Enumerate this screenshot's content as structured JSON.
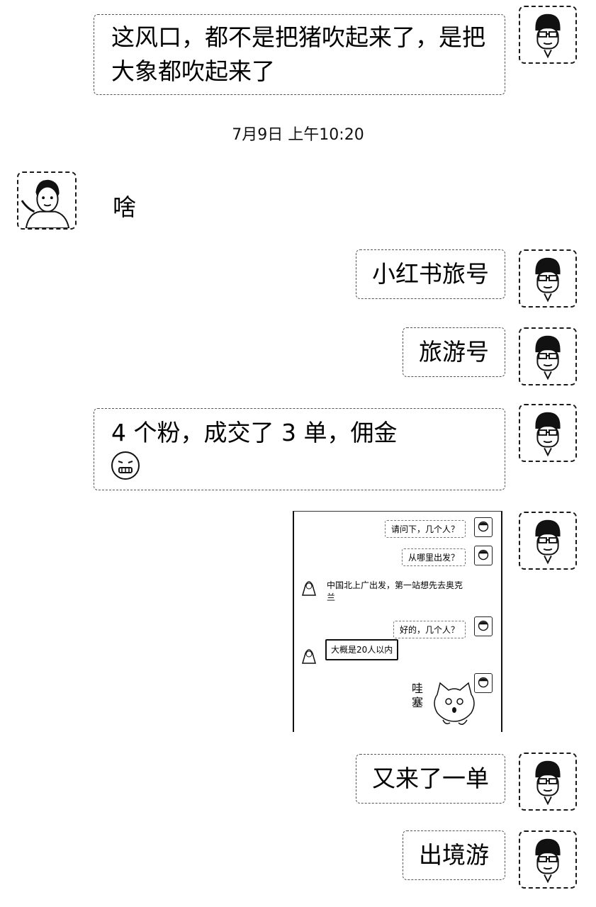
{
  "messages": {
    "m1": "这风口，都不是把猪吹起来了，是把大象都吹起来了",
    "timestamp": "7月9日 上午10:20",
    "m2": "啥",
    "m3": "小红书旅号",
    "m4": "旅游号",
    "m5": "4 个粉，成交了 3 单，佣金",
    "m6": "又来了一单",
    "m7": "出境游"
  },
  "embedded_chat": {
    "q1": "请问下，几个人？",
    "q2": "从哪里出发？",
    "a1": "中国北上广出发，第一站想先去奥克兰",
    "q3": "好的，几个人？",
    "a2": "大概是20人以内",
    "sticker_text": "哇塞"
  },
  "icons": {
    "avatar_self": "man-with-glasses-avatar",
    "avatar_other": "man-portrait-avatar",
    "emoji": "grimacing-face-icon"
  }
}
